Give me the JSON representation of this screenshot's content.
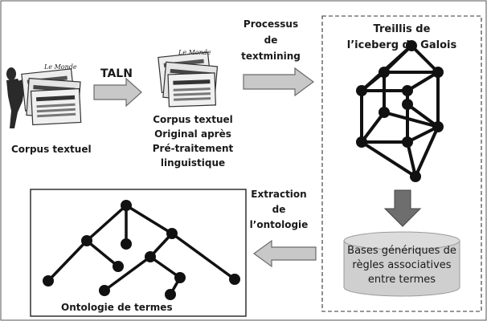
{
  "diagram": {
    "corpus_label": "Corpus textuel",
    "taln_label": "TALN",
    "preprocessed_label": [
      "Corpus textuel",
      "Original après",
      "Pré-traitement",
      "linguistique"
    ],
    "textmining_label": [
      "Processus",
      "de",
      "textmining"
    ],
    "lattice_title": [
      "Treillis de",
      "l’iceberg de Galois"
    ],
    "bases_label": [
      "Bases génériques de",
      "règles associatives",
      "entre termes"
    ],
    "extraction_label": [
      "Extraction",
      "de",
      "l’ontologie"
    ],
    "ontology_label": "Ontologie de termes",
    "newspaper_masthead": "Le Monde",
    "colors": {
      "arrow_fill": "#c8c8c8",
      "arrow_stroke": "#6a6a6a",
      "down_arrow": "#6e6e6e",
      "cylinder": "#cfcfcf",
      "node": "#111111"
    }
  }
}
